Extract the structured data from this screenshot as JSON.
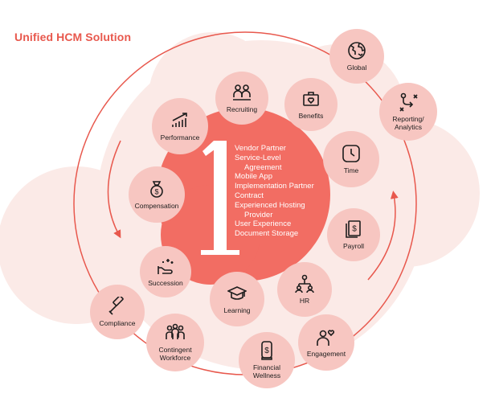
{
  "title": "Unified HCM Solution",
  "center": {
    "numeral": "1",
    "items": [
      {
        "text": "Vendor Partner",
        "indent": false
      },
      {
        "text": "Service-Level",
        "indent": false
      },
      {
        "text": "Agreement",
        "indent": true
      },
      {
        "text": "Mobile App",
        "indent": false
      },
      {
        "text": "Implementation Partner",
        "indent": false
      },
      {
        "text": "Contract",
        "indent": false
      },
      {
        "text": "Experienced Hosting",
        "indent": false
      },
      {
        "text": "Provider",
        "indent": true
      },
      {
        "text": "User Experience",
        "indent": false
      },
      {
        "text": "Document Storage",
        "indent": false
      }
    ]
  },
  "nodes": {
    "recruiting": {
      "label": "Recruiting",
      "icon": "people-icon"
    },
    "benefits": {
      "label": "Benefits",
      "icon": "briefcase-heart-icon"
    },
    "performance": {
      "label": "Performance",
      "icon": "growth-chart-icon"
    },
    "time": {
      "label": "Time",
      "icon": "clock-icon"
    },
    "compensation": {
      "label": "Compensation",
      "icon": "money-bag-icon"
    },
    "payroll": {
      "label": "Payroll",
      "icon": "paycheck-icon"
    },
    "succession": {
      "label": "Succession",
      "icon": "hand-sparkles-icon"
    },
    "hr": {
      "label": "HR",
      "icon": "org-chart-icon"
    },
    "learning": {
      "label": "Learning",
      "icon": "graduation-cap-icon"
    },
    "global": {
      "label": "Global",
      "icon": "globe-icon"
    },
    "reporting": {
      "label": "Reporting/\nAnalytics",
      "icon": "strategy-icon"
    },
    "compliance": {
      "label": "Compliance",
      "icon": "gavel-icon"
    },
    "contingent": {
      "label": "Contingent\nWorkforce",
      "icon": "team-icon"
    },
    "financial": {
      "label": "Financial\nWellness",
      "icon": "coin-icon"
    },
    "engagement": {
      "label": "Engagement",
      "icon": "person-heart-icon"
    }
  },
  "colors": {
    "accent": "#e8584d",
    "center_blob": "#f26d63",
    "node_fill": "#f7c6c1",
    "background_blob": "#fbeae7",
    "ring_line": "#e8584d"
  }
}
